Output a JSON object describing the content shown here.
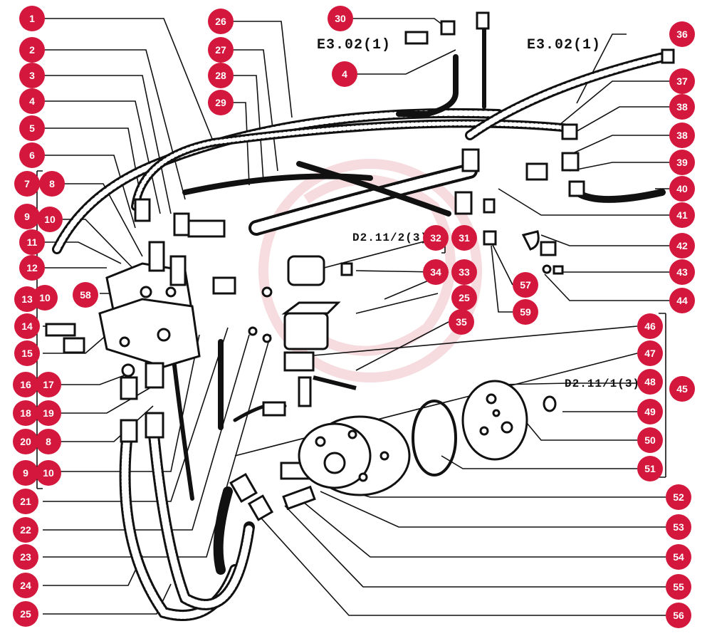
{
  "colors": {
    "badge": "#d4183d",
    "badge_text": "#ffffff",
    "line": "#111111",
    "watermark": "#f2c6cc"
  },
  "refs": {
    "e302_left": "E3.02(1)",
    "e302_right": "E3.02(1)",
    "d211_2_3": "D2.11/2(3)",
    "d211_1_3": "D2.11/1(3)"
  },
  "callouts": {
    "c1": "1",
    "c2": "2",
    "c3": "3",
    "c4a": "4",
    "c5": "5",
    "c6": "6",
    "c7": "7",
    "c8a": "8",
    "c9a": "9",
    "c10a": "10",
    "c11": "11",
    "c12": "12",
    "c13": "13",
    "c10b": "10",
    "c58": "58",
    "c14": "14",
    "c15": "15",
    "c16": "16",
    "c17": "17",
    "c18": "18",
    "c19": "19",
    "c20": "20",
    "c8b": "8",
    "c9b": "9",
    "c10c": "10",
    "c21": "21",
    "c22": "22",
    "c23": "23",
    "c24": "24",
    "c25a": "25",
    "c26": "26",
    "c27": "27",
    "c28": "28",
    "c29": "29",
    "c30": "30",
    "c4b": "4",
    "c32": "32",
    "c31": "31",
    "c34": "34",
    "c33": "33",
    "c25b": "25",
    "c35": "35",
    "c36": "36",
    "c37": "37",
    "c38a": "38",
    "c38b": "38",
    "c39": "39",
    "c40": "40",
    "c41": "41",
    "c42": "42",
    "c43": "43",
    "c44": "44",
    "c57": "57",
    "c59": "59",
    "c46": "46",
    "c47": "47",
    "c48": "48",
    "c45": "45",
    "c49": "49",
    "c50": "50",
    "c51": "51",
    "c52": "52",
    "c53": "53",
    "c54": "54",
    "c55": "55",
    "c56": "56"
  }
}
